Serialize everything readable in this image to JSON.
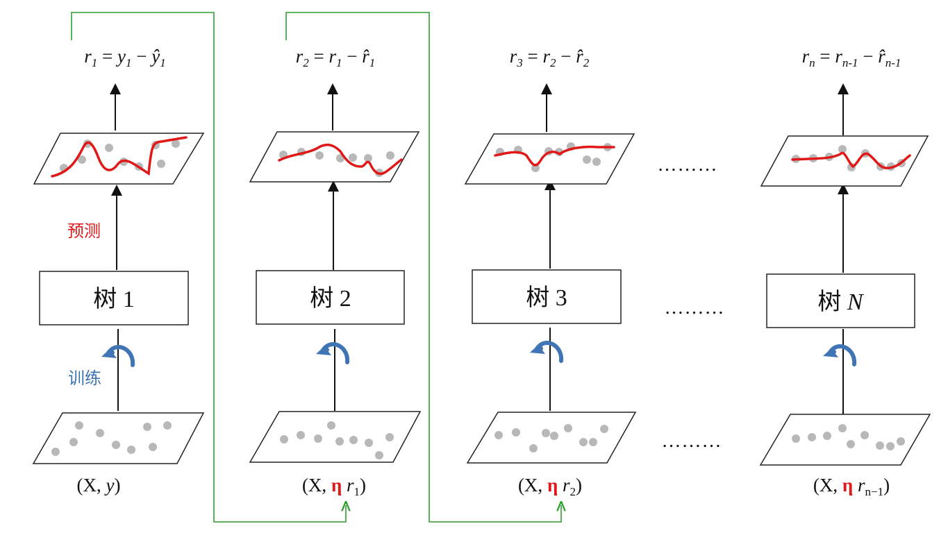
{
  "side_labels": {
    "predict": "预测",
    "train": "训练"
  },
  "colors": {
    "fit_curve": "#e01818",
    "feedback_line": "#2e9e2e",
    "train_arrow": "#3f74b5",
    "eta": "#e01818",
    "point": "#b8b8b8"
  },
  "ellipsis": "………",
  "stages": [
    {
      "tree": {
        "prefix": "树",
        "num": "1",
        "italic": false
      },
      "formula": {
        "lhs": "r",
        "lhs_sub": "1",
        "t1": "y",
        "t1_sub": "1",
        "t2": "ŷ",
        "t2_sub": "1"
      },
      "data_label": {
        "open": "(X, ",
        "eta": "",
        "target": "y",
        "sub": "",
        "close": ")"
      }
    },
    {
      "tree": {
        "prefix": "树",
        "num": "2",
        "italic": false
      },
      "formula": {
        "lhs": "r",
        "lhs_sub": "2",
        "t1": "r",
        "t1_sub": "1",
        "t2": "r̂",
        "t2_sub": "1"
      },
      "data_label": {
        "open": "(X, ",
        "eta": "η",
        "target": "r",
        "sub": "1",
        "close": ")"
      }
    },
    {
      "tree": {
        "prefix": "树",
        "num": "3",
        "italic": false
      },
      "formula": {
        "lhs": "r",
        "lhs_sub": "3",
        "t1": "r",
        "t1_sub": "2",
        "t2": "r̂",
        "t2_sub": "2"
      },
      "data_label": {
        "open": "(X, ",
        "eta": "η",
        "target": "r",
        "sub": "2",
        "close": ")"
      }
    },
    {
      "tree": {
        "prefix": "树",
        "num": "N",
        "italic": true
      },
      "formula": {
        "lhs": "r",
        "lhs_sub": "n",
        "t1": "r",
        "t1_sub": "n-1",
        "t2": "r̂",
        "t2_sub": "n-1"
      },
      "data_label": {
        "open": "(X, ",
        "eta": "η",
        "target": "r",
        "sub": "n−1",
        "close": ")"
      }
    }
  ]
}
